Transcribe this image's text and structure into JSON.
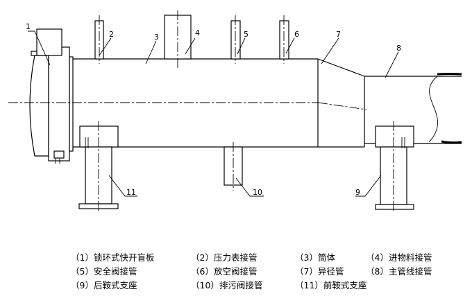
{
  "part_numbers": [
    "1",
    "2",
    "3",
    "4",
    "5",
    "6",
    "7",
    "8",
    "9",
    "10",
    "11"
  ],
  "legend": [
    "（1）锁环式快开盲板",
    "（2）压力表接管",
    "（3）筒体",
    "（4）进物料接管",
    "（5）安全阀接管",
    "（6）放空阀接管",
    "（7）异径管",
    "（8）主管线接管",
    "（9）后鞍式支座",
    "（10）排污阀接管",
    "（11）前鞍式支座"
  ]
}
